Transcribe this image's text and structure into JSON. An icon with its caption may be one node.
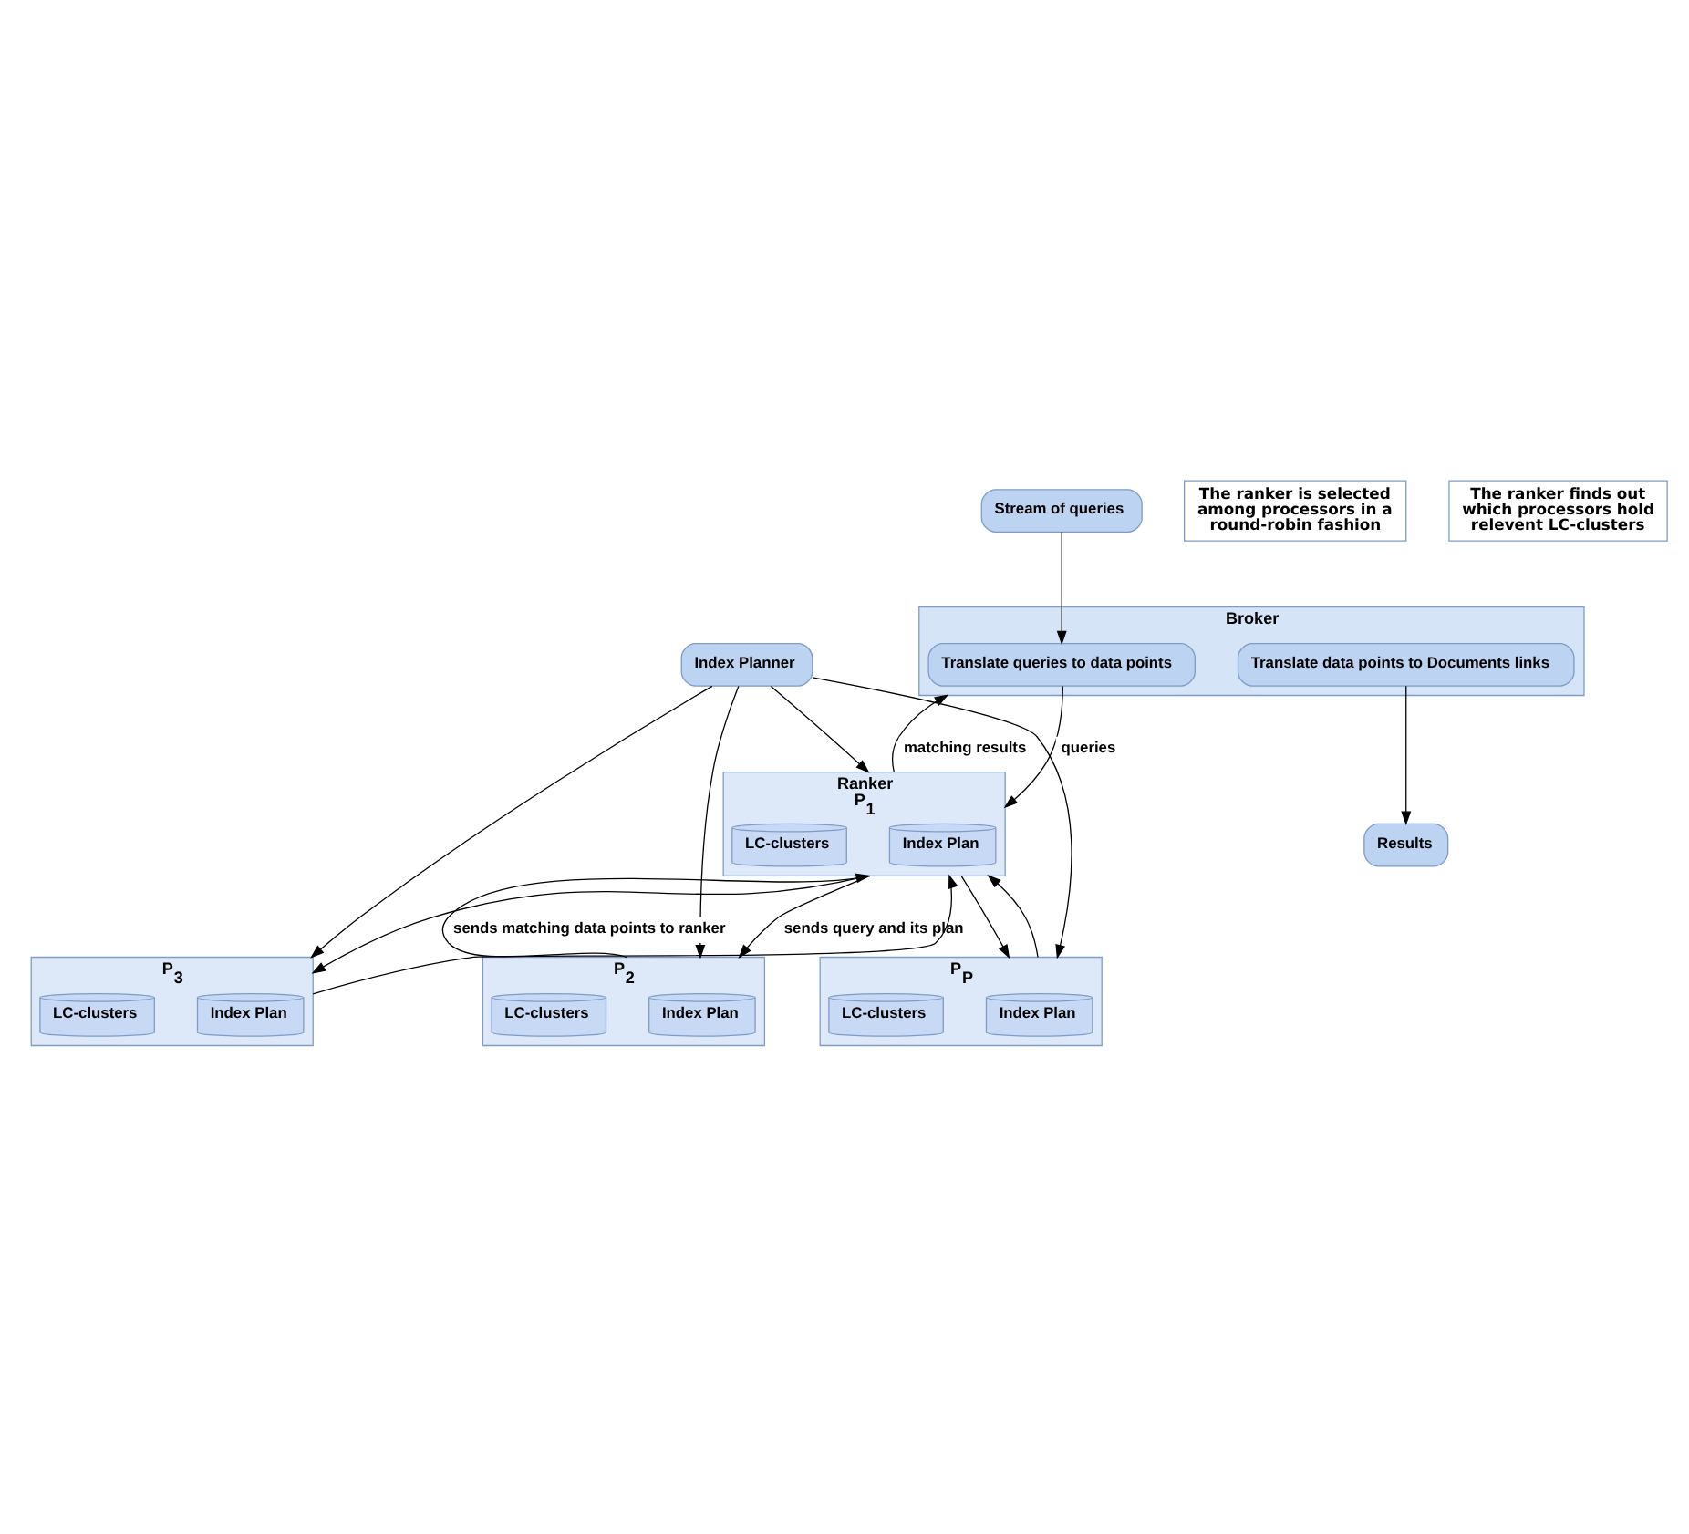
{
  "diagram": {
    "nodes": [
      {
        "text": [
          "Broker"
        ]
      },
      {
        "text": [
          "Stream of queries"
        ]
      },
      {
        "text": [
          "Translate queries to data points"
        ],
        "in": 0
      },
      {
        "text": [
          "Translate data points to Documents links"
        ],
        "in": 0
      },
      {
        "text": [
          "Results"
        ]
      },
      {
        "text": [
          "Index Planner"
        ]
      },
      {
        "text": [
          "Ranker",
          "P$_{1}$"
        ]
      },
      {
        "text": [
          "Index Plan"
        ],
        "in": 6
      },
      {
        "text": [
          "LC-clusters"
        ],
        "in": 6
      },
      {
        "text": [
          "P$_{2}$"
        ]
      },
      {
        "text": [
          "Index Plan"
        ],
        "in": 9
      },
      {
        "text": [
          "LC-clusters"
        ],
        "in": 9
      },
      {
        "text": [
          "P$_{3}$"
        ]
      },
      {
        "text": [
          "Index Plan"
        ],
        "in": 12
      },
      {
        "text": [
          "LC-clusters"
        ],
        "in": 12
      },
      {
        "text": [
          "P$_{P}$"
        ]
      },
      {
        "text": [
          "Index Plan"
        ],
        "in": 15
      },
      {
        "text": [
          "LC-clusters"
        ],
        "in": 15
      },
      {
        "text": [
          "The ranker is selected among processors in a round-robin fashion"
        ]
      },
      {
        "text": [
          "The ranker finds out which processors hold relevent LC-clusters"
        ]
      }
    ],
    "edges": [
      {
        "from": 1,
        "to": 2,
        "arrow": "to"
      },
      {
        "from": 2,
        "to": 6,
        "arrow": "to",
        "label": "queries"
      },
      {
        "from": 3,
        "to": 4,
        "arrow": "to"
      },
      {
        "from": 6,
        "to": 0,
        "arrow": "to",
        "label": "matching results"
      },
      {
        "from": 6,
        "to": 9,
        "arrow": "to",
        "label": "sends query and its plan"
      },
      {
        "from": 6,
        "to": 12,
        "arrow": "to"
      },
      {
        "from": 6,
        "to": 15,
        "arrow": "to"
      },
      {
        "from": 5,
        "to": 6,
        "arrow": "to"
      },
      {
        "from": 5,
        "to": 9,
        "arrow": "to"
      },
      {
        "from": 5,
        "to": 12,
        "arrow": "to"
      },
      {
        "from": 5,
        "to": 15,
        "arrow": "to"
      },
      {
        "from": 9,
        "to": 6,
        "arrow": "to",
        "label": "sends matching data points to ranker"
      },
      {
        "from": 12,
        "to": 6,
        "arrow": "to"
      },
      {
        "from": 15,
        "to": 6,
        "arrow": "to"
      }
    ]
  }
}
